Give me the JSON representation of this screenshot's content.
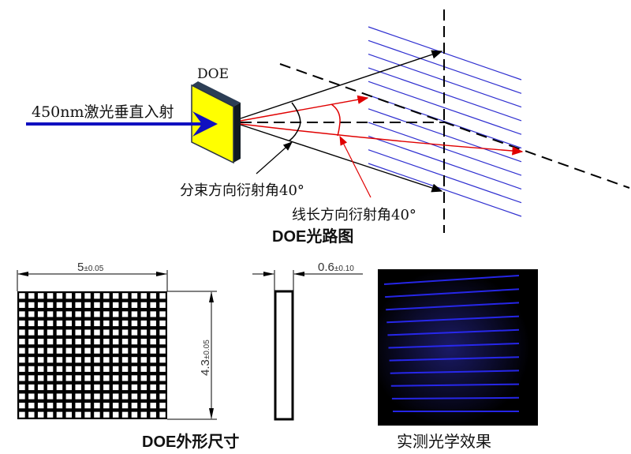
{
  "optical_path": {
    "title": "DOE光路图",
    "element_label": "DOE",
    "input_label": "450nm激光垂直入射",
    "split_angle_label": "分束方向衍射角40°",
    "line_angle_label": "线长方向衍射角40°",
    "line_count": 11
  },
  "dimensions": {
    "title": "DOE外形尺寸",
    "width_value": "5",
    "width_tol": "±0.05",
    "height_value": "4.3",
    "height_tol": "±0.05",
    "thickness_value": "0.6",
    "thickness_tol": "±0.10"
  },
  "measured": {
    "title": "实测光学效果",
    "line_count": 11
  },
  "colors": {
    "laser": "#1010c0",
    "diffraction_red": "#e00000",
    "doe_face": "#ffff00",
    "doe_edge": "#1e2a3a",
    "pattern_line": "#3030d0"
  }
}
